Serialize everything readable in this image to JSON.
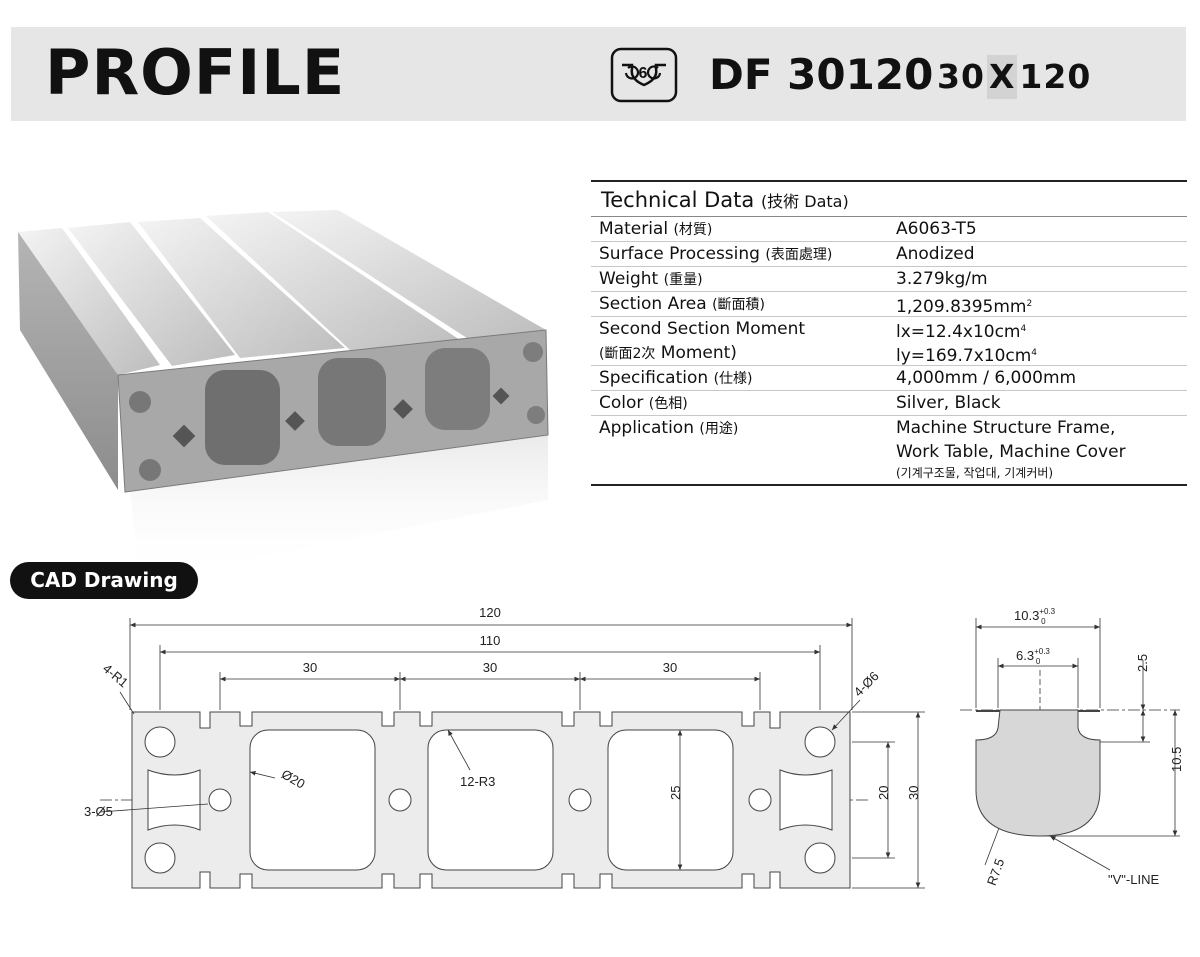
{
  "header": {
    "title": "PROFILE",
    "icon": "slot-6-icon",
    "model": "DF 30120",
    "size_a": "30",
    "size_x": "X",
    "size_b": "120"
  },
  "photo": {
    "icon": "aluminum-profile-3d-render"
  },
  "technical": {
    "title": "Technical Data",
    "title_sub": "(技術  Data)",
    "rows": [
      {
        "label": "Material",
        "label_sub": "(材質)",
        "value": "A6063-T5"
      },
      {
        "label": "Surface Processing",
        "label_sub": "(表面處理)",
        "value": "Anodized"
      },
      {
        "label": "Weight",
        "label_sub": "(重量)",
        "value": "3.279kg/m"
      },
      {
        "label": "Section Area",
        "label_sub": "(斷面積)",
        "value": "1,209.8395mm",
        "value_sup": "2"
      },
      {
        "label": "Second Section Moment",
        "label2_pre": "(斷面2次",
        "label2": "Moment)",
        "value": "lx=12.4x10cm",
        "value_sup": "4",
        "value2": "ly=169.7x10cm",
        "value2_sup": "4"
      },
      {
        "label": "Specification",
        "label_sub": "(仕様)",
        "value": "4,000mm / 6,000mm"
      },
      {
        "label": "Color",
        "label_sub": "(色相)",
        "value": "Silver, Black"
      },
      {
        "label": "Application",
        "label_sub": "(用途)",
        "value": "Machine Structure Frame,",
        "value2": "Work Table, Machine Cover",
        "value3": "(기계구조물, 작업대, 기계커버)"
      }
    ]
  },
  "cad": {
    "badge": "CAD Drawing",
    "dims": {
      "total_width": "120",
      "hole_pitch": "110",
      "slot_pitch_1": "30",
      "slot_pitch_2": "30",
      "slot_pitch_3": "30",
      "corner_radius": "4-R1",
      "corner_holes": "4-Ø6",
      "core_holes": "3-Ø5",
      "arc_diameter": "Ø20",
      "arc_radius": "12-R3",
      "cavity_height": "25",
      "hole_pitch_v": "20",
      "height": "30"
    },
    "slot": {
      "top_width": "10.3",
      "top_tol_upper": "+0.3",
      "top_tol_lower": "0",
      "neck_width": "6.3",
      "neck_tol_upper": "+0.3",
      "neck_tol_lower": "0",
      "lip": "2.5",
      "depth": "10.5",
      "radius": "R7.5",
      "v_line": "\"V\"-LINE"
    }
  }
}
